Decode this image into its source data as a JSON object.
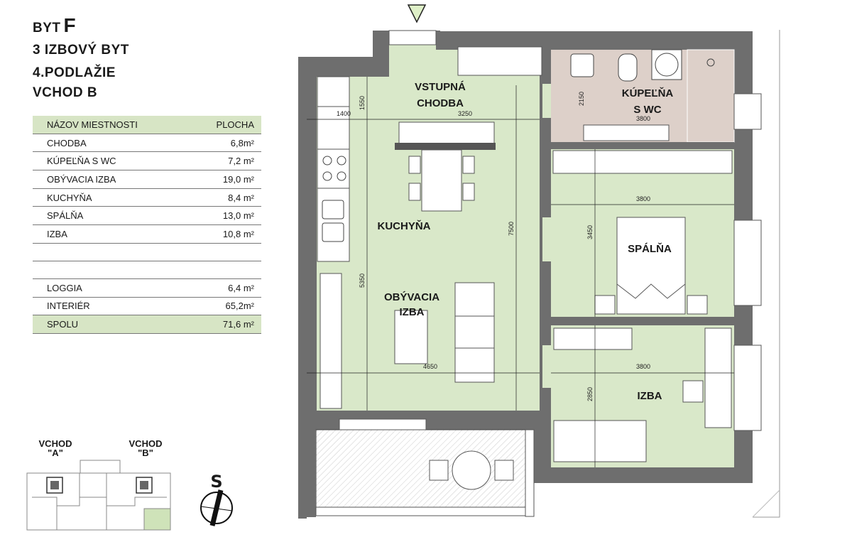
{
  "header": {
    "prefix": "BYT",
    "letter": "F",
    "type": "3 IZBOVÝ BYT",
    "floor": "4.PODLAŽIE",
    "entrance": "VCHOD B"
  },
  "table": {
    "col_name": "NÁZOV MIESTNOSTI",
    "col_area": "PLOCHA",
    "rooms": [
      {
        "name": "CHODBA",
        "area": "6,8m²"
      },
      {
        "name": "KÚPEĽŇA S WC",
        "area": "7,2 m²"
      },
      {
        "name": "OBÝVACIA IZBA",
        "area": "19,0 m²"
      },
      {
        "name": "KUCHYŇA",
        "area": "8,4 m²"
      },
      {
        "name": "SPÁLŇA",
        "area": "13,0 m²"
      },
      {
        "name": "IZBA",
        "area": "10,8 m²"
      }
    ],
    "totals": [
      {
        "name": "LOGGIA",
        "area": "6,4 m²"
      },
      {
        "name": "INTERIÉR",
        "area": "65,2m²"
      },
      {
        "name": "SPOLU",
        "area": "71,6 m²"
      }
    ]
  },
  "rooms_labels": {
    "hall_1": "VSTUPNÁ",
    "hall_2": "CHODBA",
    "bath_1": "KÚPEĽŇA",
    "bath_2": "S WC",
    "kitchen": "KUCHYŇA",
    "living_1": "OBÝVACIA",
    "living_2": "IZBA",
    "bedroom": "SPÁLŇA",
    "room": "IZBA"
  },
  "dimensions": {
    "d1550": "1550",
    "d1400": "1400",
    "d3250": "3250",
    "d2150": "2150",
    "d3800_bath": "3800",
    "d3800_bed": "3800",
    "d3450": "3450",
    "d7500": "7500",
    "d5350": "5350",
    "d4650": "4650",
    "d3800_room": "3800",
    "d2850": "2850"
  },
  "minimap": {
    "entrance_a_1": "VCHOD",
    "entrance_a_2": "\"A\"",
    "entrance_b_1": "VCHOD",
    "entrance_b_2": "\"B\""
  },
  "compass": {
    "letter": "S"
  },
  "colors": {
    "green_room": "#d9e8c9",
    "bath_room": "#ddd0c9",
    "wall": "#6e6e6e",
    "table_highlight": "#d7e5c5"
  }
}
